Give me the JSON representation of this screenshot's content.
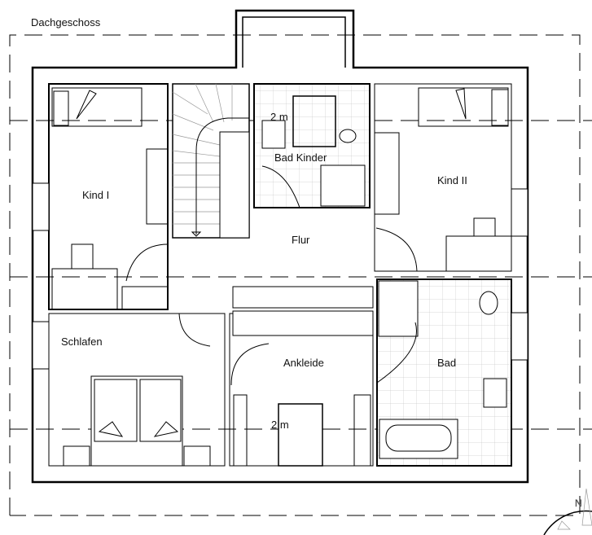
{
  "plan": {
    "title": "Dachgeschoss",
    "rooms": {
      "kind1": "Kind I",
      "kind2": "Kind II",
      "bad_kinder": "Bad Kinder",
      "flur": "Flur",
      "schlafen": "Schlafen",
      "ankleide": "Ankleide",
      "bad": "Bad"
    },
    "height_marks": [
      "2 m",
      "2 m"
    ],
    "compass": "N"
  }
}
